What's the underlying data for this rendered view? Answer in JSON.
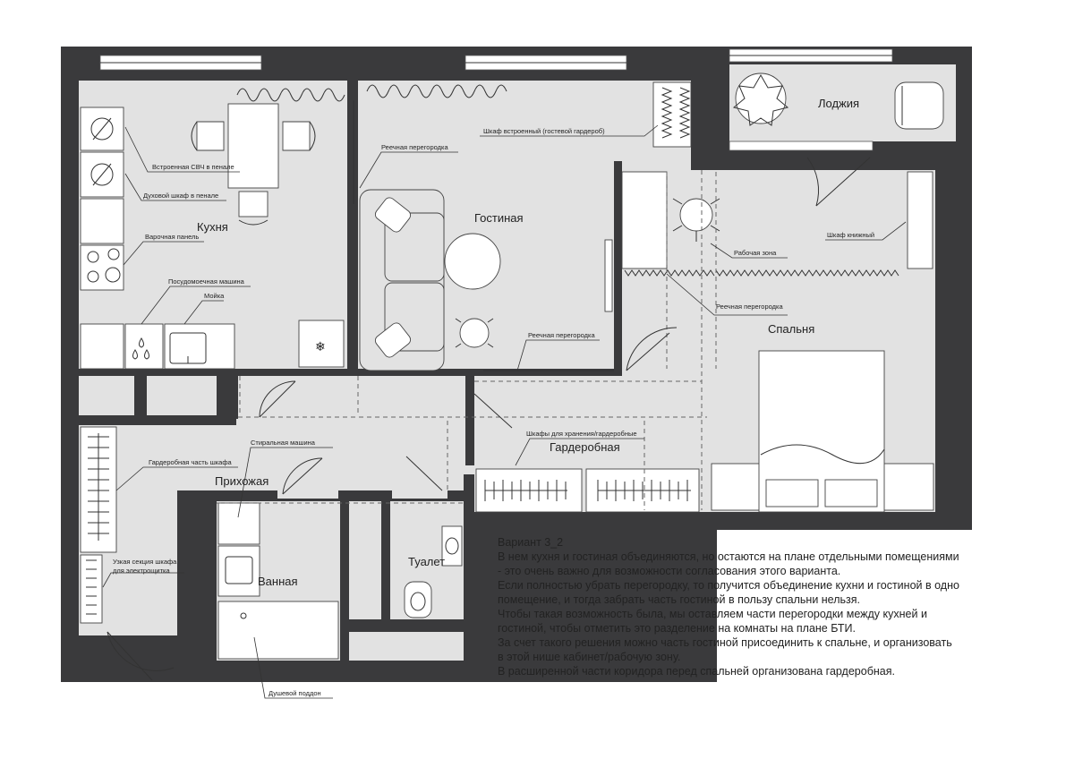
{
  "rooms": {
    "kitchen": "Кухня",
    "living": "Гостиная",
    "loggia": "Лоджия",
    "bedroom": "Спальня",
    "wardrobe": "Гардеробная",
    "hall": "Прихожая",
    "bath": "Ванная",
    "wc": "Туалет"
  },
  "notes": {
    "microwave": "Встроенная СВЧ в пенале",
    "oven": "Духовой шкаф в пенале",
    "hob": "Варочная панель",
    "dishwasher": "Посудомоечная машина",
    "sink": "Мойка",
    "slat_partition_1": "Реечная перегородка",
    "built_in_wardrobe": "Шкаф встроенный (гостевой гардероб)",
    "slat_partition_2": "Реечная перегородка",
    "work_zone": "Рабочая зона",
    "bookcase": "Шкаф книжный",
    "slat_partition_3": "Реечная перегородка",
    "storage_cabinets": "Шкафы для хранения/гардеробные",
    "washing_machine": "Стиральная машина",
    "wardrobe_section": "Гардеробная часть шкафа",
    "narrow_section_1": "Узкая секция шкафа",
    "narrow_section_2": "для электрощитка",
    "shower_tray": "Душевой поддон"
  },
  "description": {
    "title": "Вариант 3_2",
    "lines": [
      "В нем кухня и гостиная объединяются, но остаются на плане отдельными помещениями",
      "- это очень важно для возможности согласования этого варианта.",
      "Если полностью убрать перегородку, то получится объединение кухни и гостиной в одно",
      "помещение, и тогда забрать часть гостиной в пользу спальни нельзя.",
      "Чтобы такая возможность была,  мы оставляем части перегородки между кухней и",
      "гостиной, чтобы отметить это разделение на комнаты на плане БТИ.",
      "За счет такого решения можно часть гостиной присоединить к спальне, и организовать",
      "в этой нише кабинет/рабочую зону.",
      "В расширенной части коридора перед спальней организована гардеробная."
    ]
  },
  "colors": {
    "wall": "#3a3a3c",
    "floor": "#e2e2e2",
    "background": "#ffffff"
  }
}
